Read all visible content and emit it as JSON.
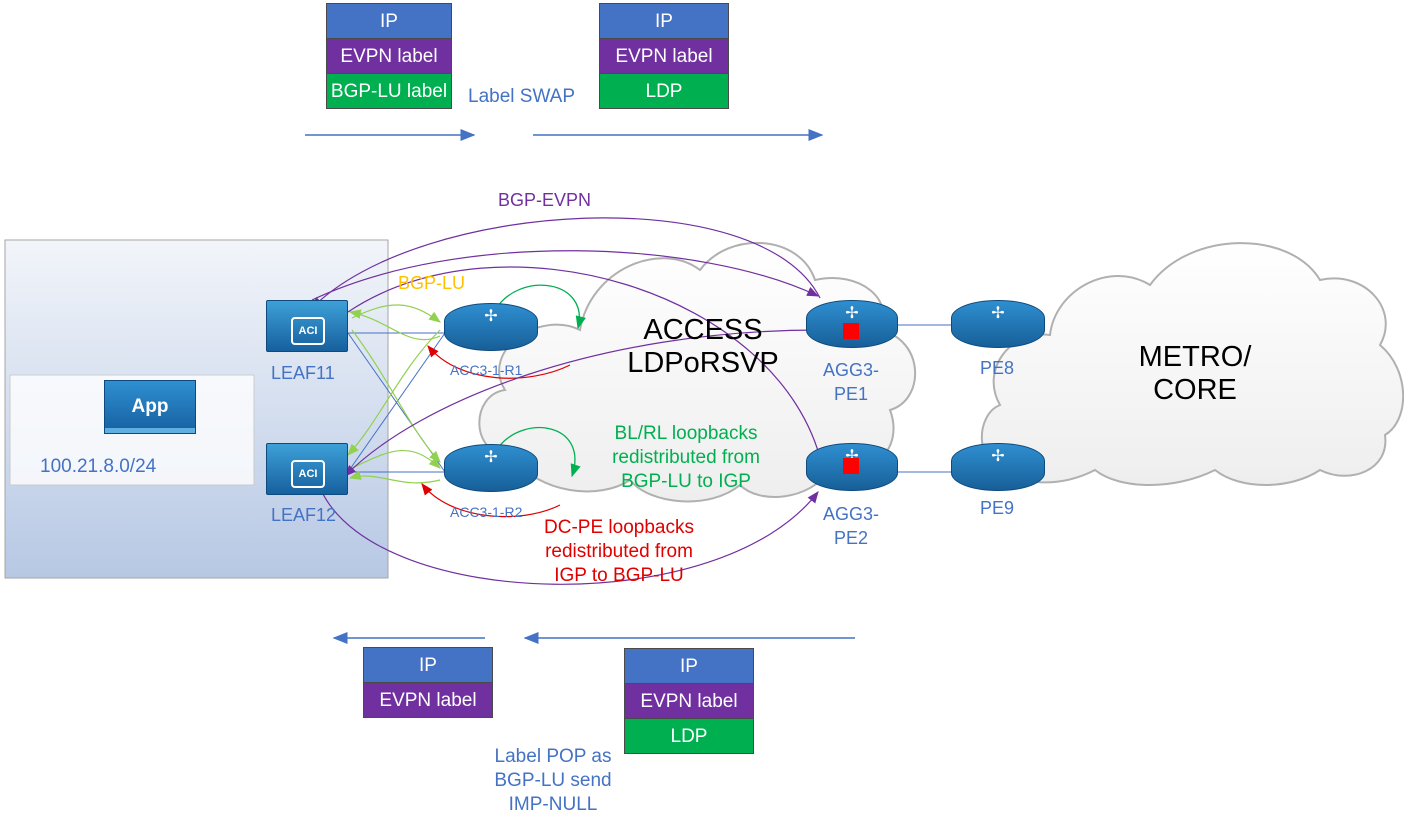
{
  "encap_top_left": [
    "IP",
    "EVPN label",
    "BGP-LU label"
  ],
  "encap_top_right": [
    "IP",
    "EVPN label",
    "LDP"
  ],
  "encap_bottom_left": [
    "IP",
    "EVPN label"
  ],
  "encap_bottom_right": [
    "IP",
    "EVPN label",
    "LDP"
  ],
  "label_swap": "Label SWAP",
  "label_pop": [
    "Label POP as",
    "BGP-LU send",
    "IMP-NULL"
  ],
  "bgp_evpn": "BGP-EVPN",
  "bgp_lu": "BGP-LU",
  "access_cloud": [
    "ACCESS",
    "LDPoRSVP"
  ],
  "metro_cloud": [
    "METRO/",
    "CORE"
  ],
  "app": "App",
  "subnet": "100.21.8.0/24",
  "leaf11": "LEAF11",
  "leaf12": "LEAF12",
  "acc_r1": "ACC3-1-R1",
  "acc_r2": "ACC3-1-R2",
  "agg_pe1": [
    "AGG3-",
    "PE1"
  ],
  "agg_pe2": [
    "AGG3-",
    "PE2"
  ],
  "pe8": "PE8",
  "pe9": "PE9",
  "bl_rl_note": [
    "BL/RL loopbacks",
    "redistributed from",
    "BGP-LU to IGP"
  ],
  "dcpe_note": [
    "DC-PE loopbacks",
    "redistributed from",
    "IGP to BGP-LU"
  ],
  "colors": {
    "ip": "#4472c4",
    "evpn": "#7030a0",
    "ldp": "#00b050",
    "text_blue": "#4472c4",
    "purple_line": "#7030a0",
    "green_text": "#00b050",
    "red_text": "#e00000",
    "bgp_lu_text": "#ffc000"
  }
}
